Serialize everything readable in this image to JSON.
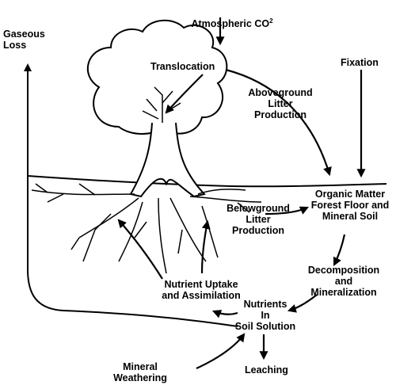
{
  "labels": {
    "atmospheric_co2": "Atmospheric CO",
    "co2_superscript": "2",
    "gaseous_loss": "Gaseous\nLoss",
    "translocation": "Translocation",
    "fixation": "Fixation",
    "aboveground_litter": "Aboveground\nLitter\nProduction",
    "organic_matter": "Organic Matter\nForest Floor and\nMineral Soil",
    "belowground_litter": "Belowground\nLitter\nProduction",
    "decomposition": "Decomposition\nand\nMineralization",
    "nutrient_uptake": "Nutrient Uptake\nand Assimilation",
    "nutrients_solution": "Nutrients\nIn\nSoil Solution",
    "mineral_weathering": "Mineral\nWeathering",
    "leaching": "Leaching"
  },
  "colors": {
    "ink": "#000000",
    "background": "#ffffff"
  }
}
